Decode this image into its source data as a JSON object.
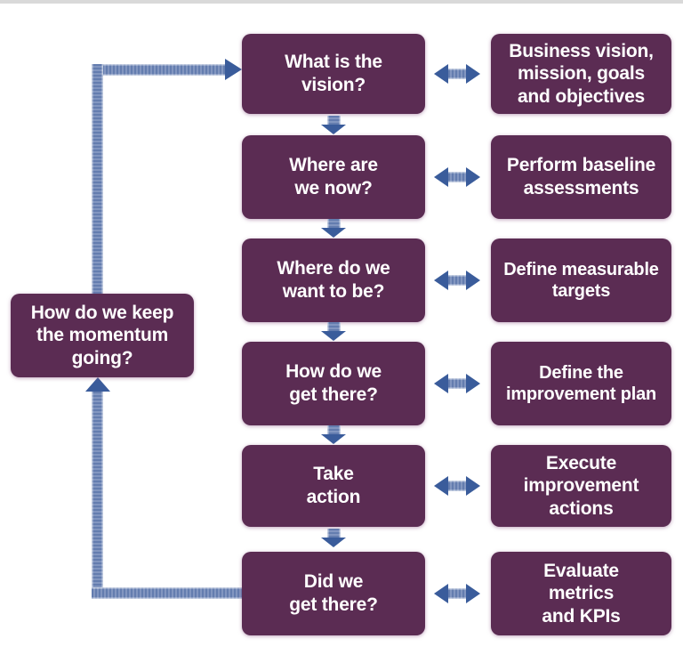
{
  "colors": {
    "box_fill": "#5B2C53",
    "box_text": "#FFFFFF",
    "arrow_head": "#3A5C9B",
    "shaft_dark": "#647DAF",
    "shaft_light": "#8296C0",
    "top_border": "#D9D9D9",
    "page_bg": "#FFFFFF"
  },
  "loop_box": {
    "label": "How do we keep\nthe momentum\ngoing?"
  },
  "rows": [
    {
      "question": "What is the\nvision?",
      "action": "Business vision,\nmission, goals\nand objectives"
    },
    {
      "question": "Where are\nwe now?",
      "action": "Perform baseline\nassessments"
    },
    {
      "question": "Where do we\nwant to be?",
      "action": "Define measurable\ntargets"
    },
    {
      "question": "How do we\nget there?",
      "action": "Define the\nimprovement plan"
    },
    {
      "question": "Take\naction",
      "action": "Execute\nimprovement\nactions"
    },
    {
      "question": "Did we\nget there?",
      "action": "Evaluate\nmetrics\nand KPIs"
    }
  ]
}
